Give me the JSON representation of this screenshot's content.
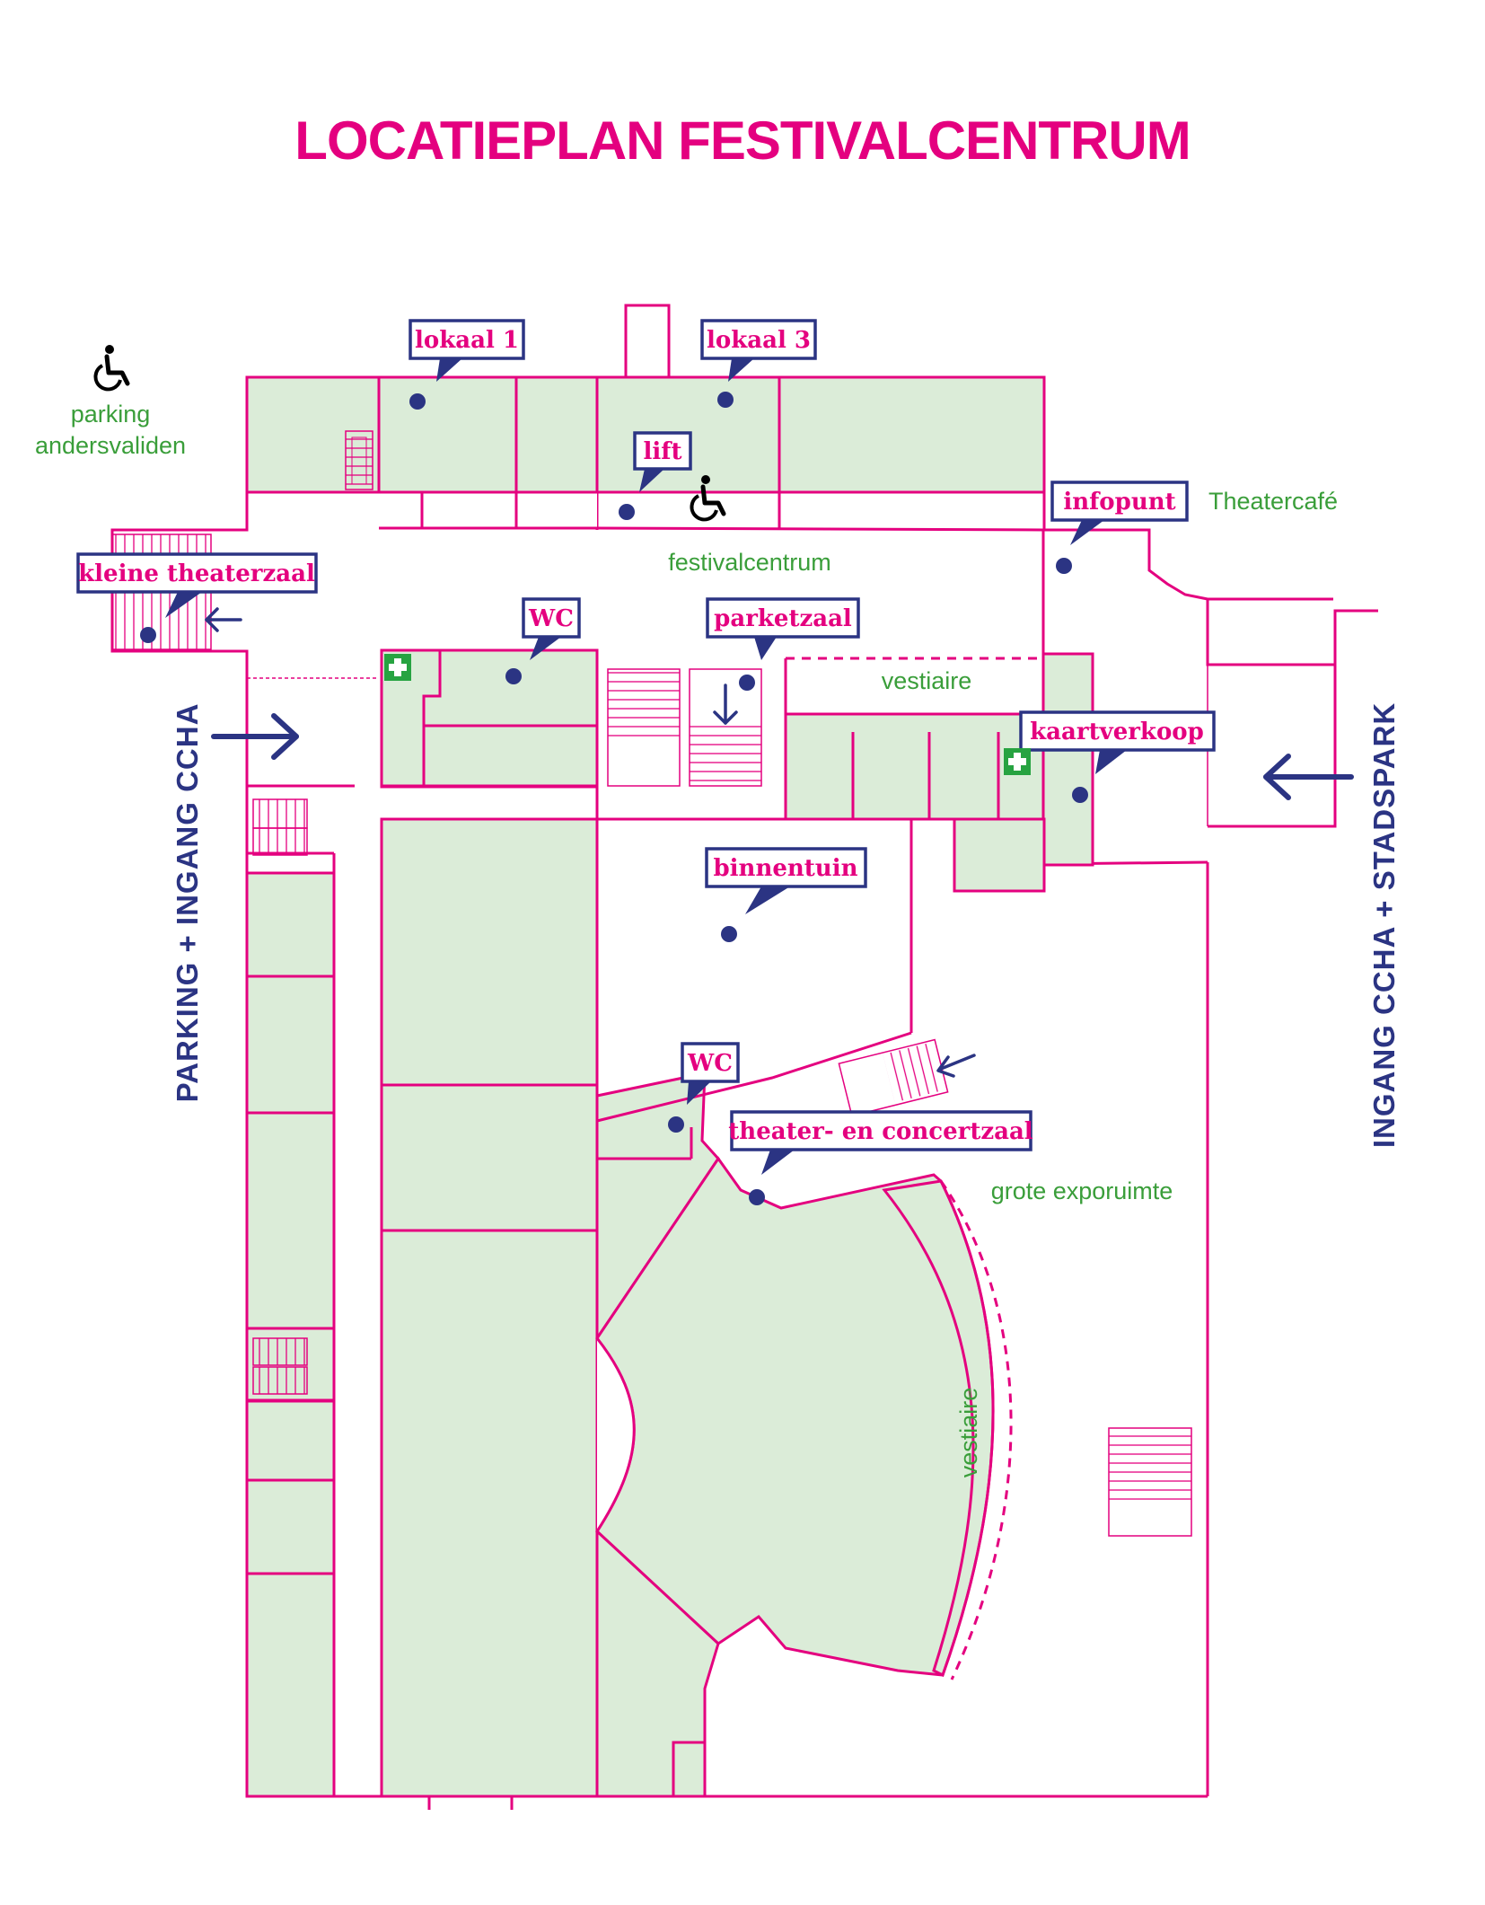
{
  "title": "LOCATIEPLAN FESTIVALCENTRUM",
  "labels": {
    "lokaal1": "lokaal 1",
    "lokaal3": "lokaal 3",
    "lift": "lift",
    "infopunt": "infopunt",
    "kleine_theaterzaal": "kleine theaterzaal",
    "wc1": "WC",
    "parketzaal": "parketzaal",
    "kaartverkoop": "kaartverkoop",
    "binnentuin": "binnentuin",
    "wc2": "WC",
    "theaterzaal": "theater- en concertzaal"
  },
  "areas": {
    "parking_line1": "parking",
    "parking_line2": "andersvaliden",
    "theatercafe": "Theatercafé",
    "festivalcentrum": "festivalcentrum",
    "vestiaire": "vestiaire",
    "grote_expo": "grote exporuimte",
    "vestiaire2": "vestiaire"
  },
  "entrances": {
    "left": "PARKING + INGANG CCHA",
    "right": "INGANG CCHA + STADSPARK"
  },
  "icons": [
    "wheelchair-icon",
    "first-aid-icon",
    "arrow-icon",
    "stairs-icon"
  ],
  "colors": {
    "walls": "#e4007f",
    "rooms": "#dbecd8",
    "markers": "#2b3483",
    "area_text": "#3a9e3a",
    "first_aid": "#27a341"
  }
}
